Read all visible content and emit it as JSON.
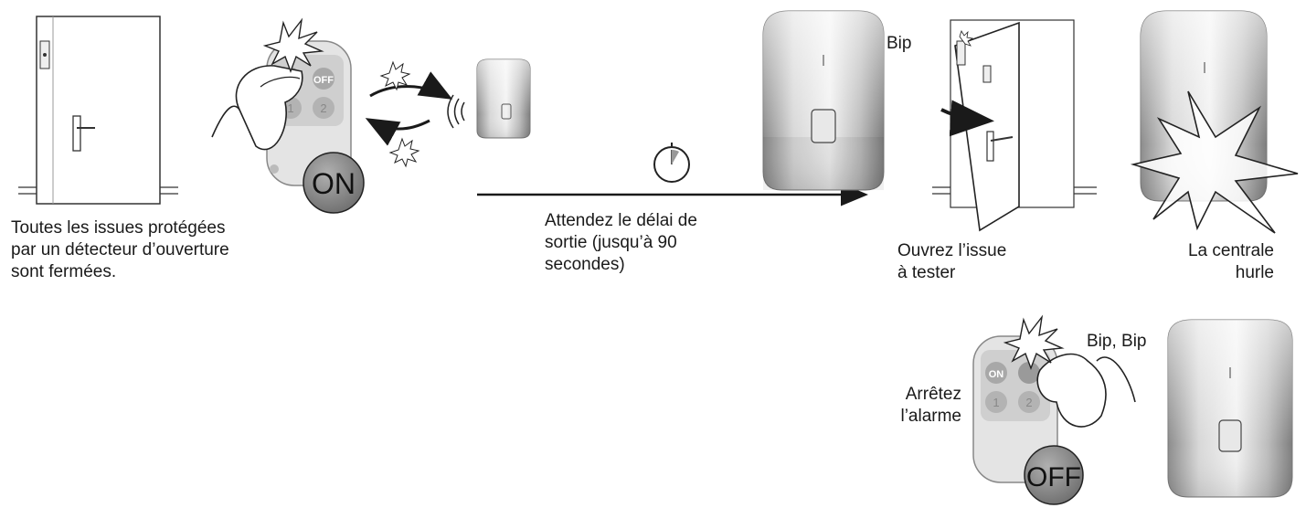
{
  "steps": {
    "doors_closed": "Toutes les issues protégées\npar un détecteur d’ouverture\nsont fermées.",
    "wait_exit_delay": "Attendez le délai de\nsortie (jusqu’à 90\nsecondes)",
    "open_door": "Ouvrez l’issue\nà tester",
    "siren": "La centrale\nhurle",
    "stop_alarm": "Arrêtez\nl’alarme"
  },
  "sounds": {
    "beep": "Bip",
    "beep_beep": "Bip, Bip"
  },
  "buttons": {
    "on": "ON",
    "off": "OFF",
    "remote_off_label": "OFF",
    "remote_on_label": "ON",
    "key_1": "1",
    "key_2": "2"
  },
  "colors": {
    "line": "#1a1a1a",
    "badge_fill": "#8a8a8a",
    "device_silver": "#c9c9c9"
  }
}
